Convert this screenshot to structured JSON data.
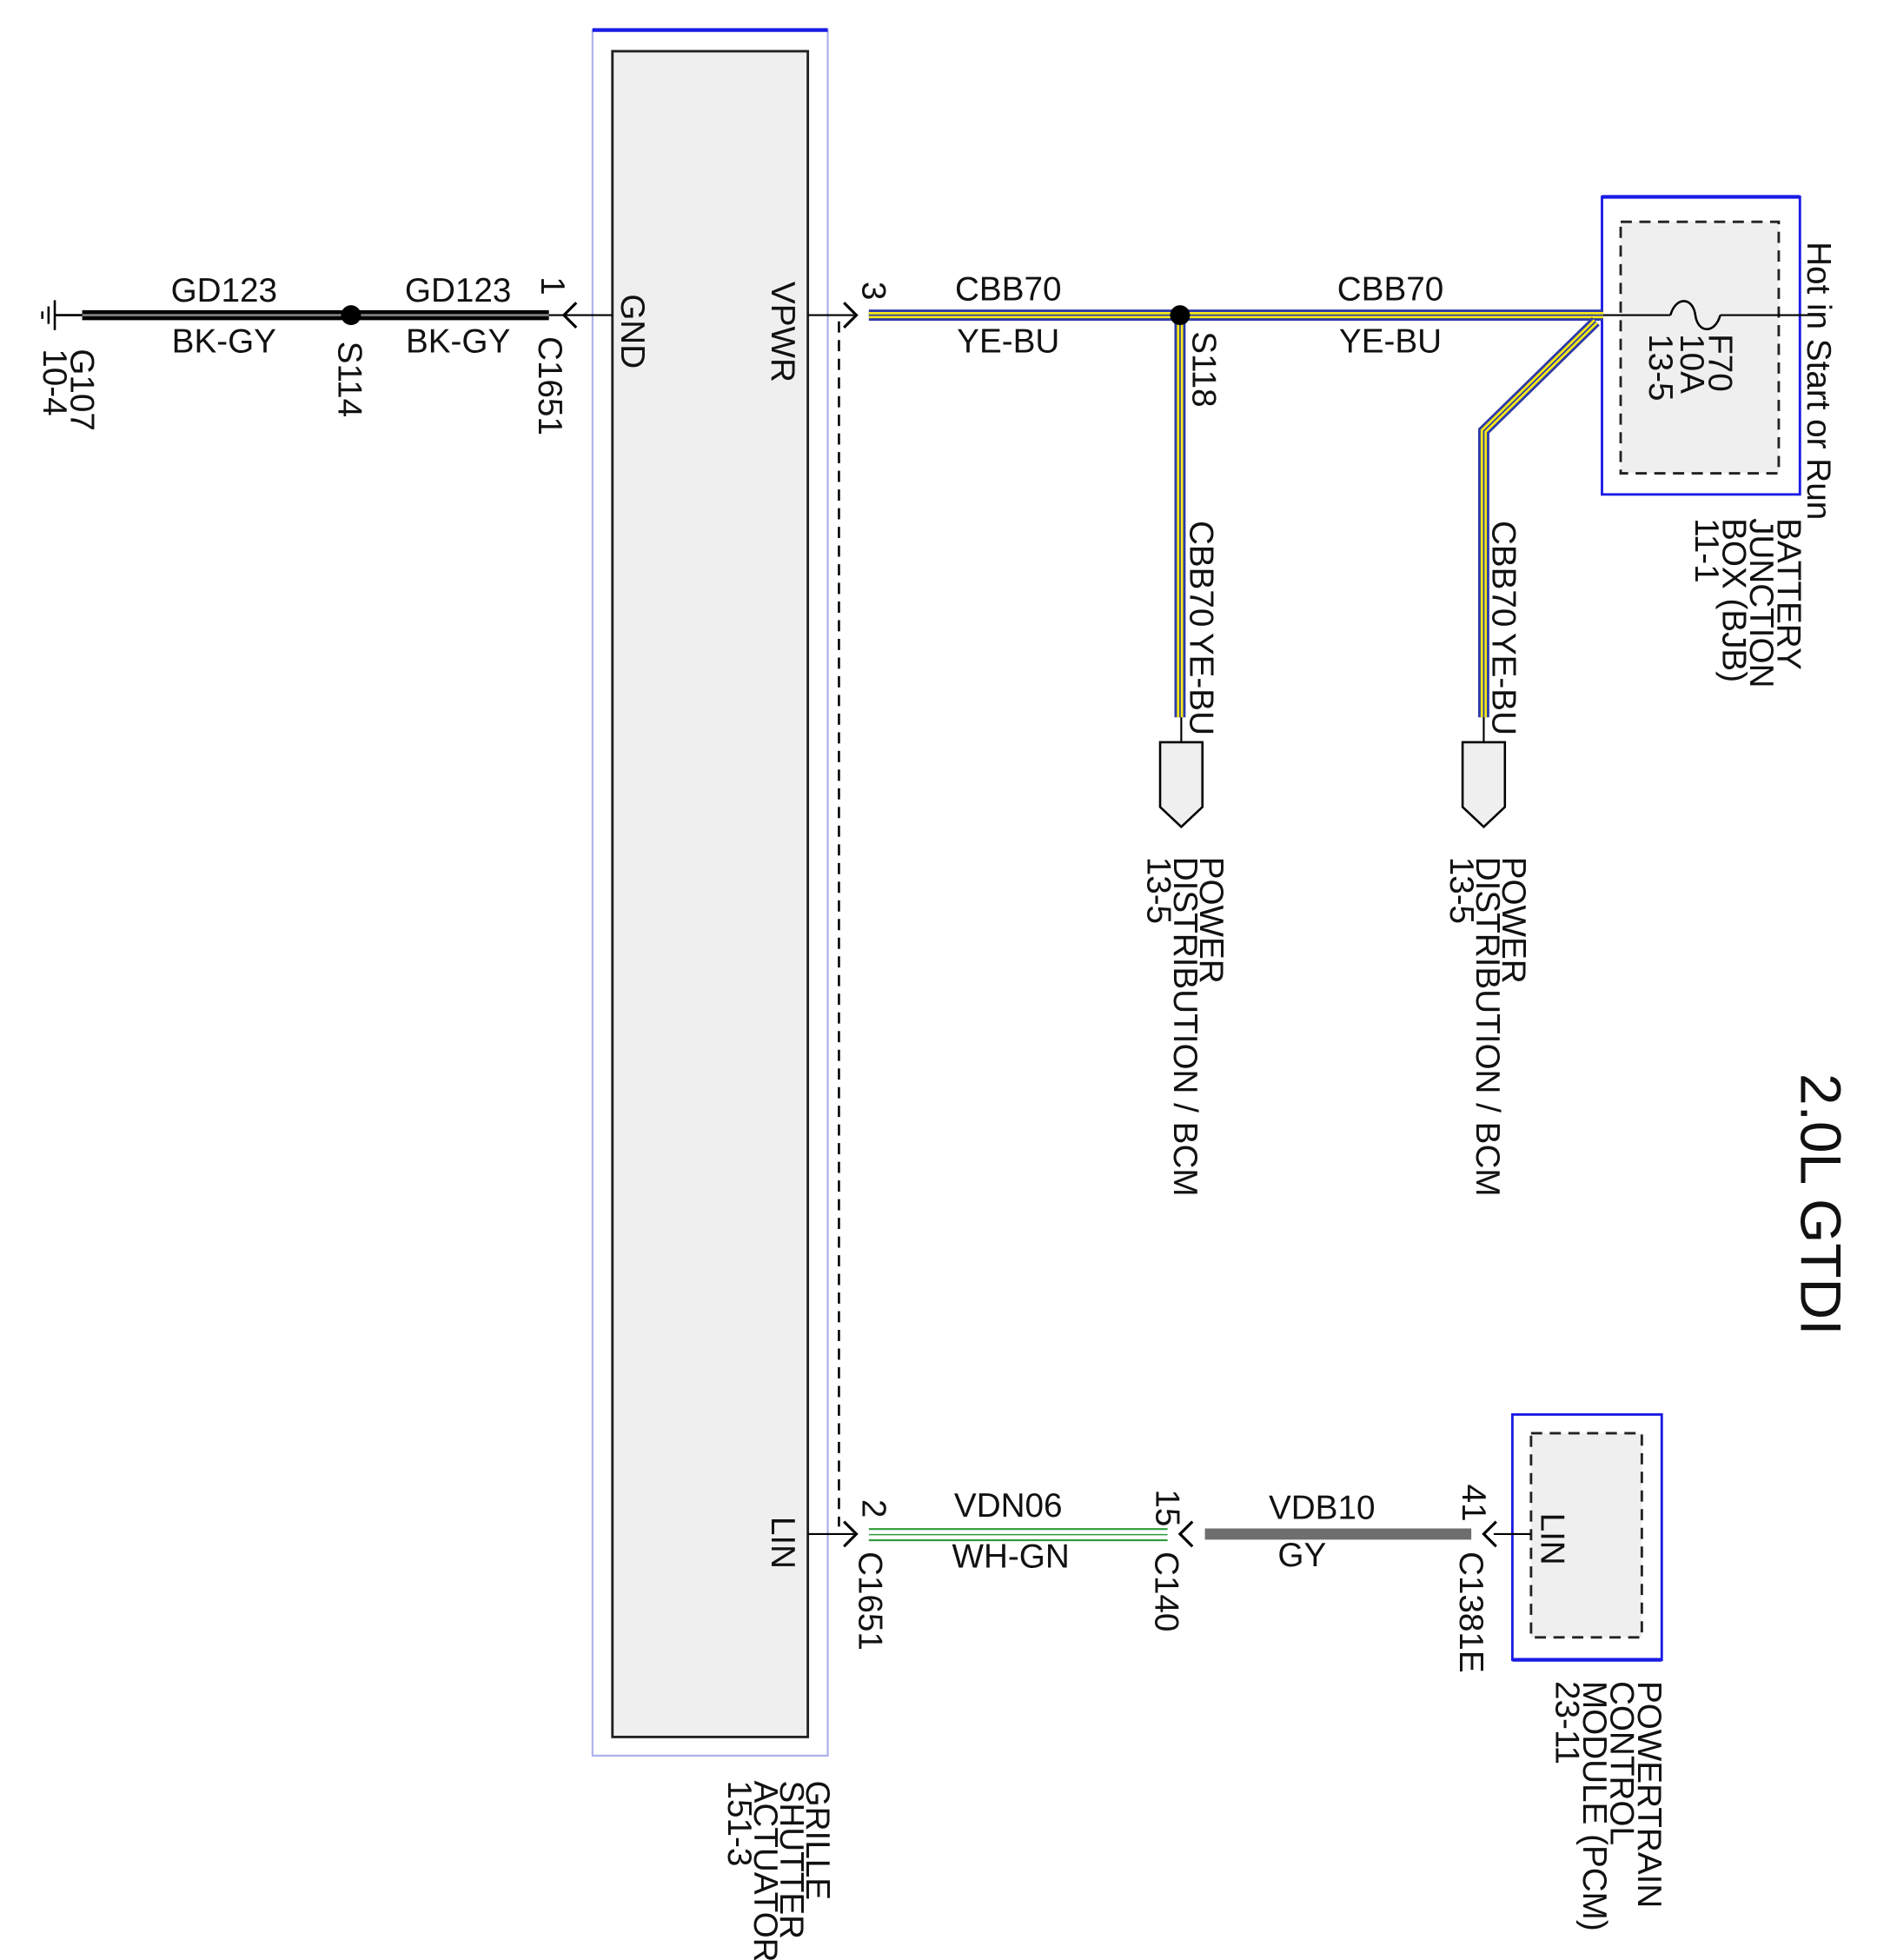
{
  "diagram": {
    "engine_label": "2.0L GTDI",
    "power_note": "Hot in Start or Run",
    "ground": {
      "id": "G107",
      "page": "10-4"
    },
    "splices": {
      "s114": "S114",
      "s118": "S118"
    },
    "connectors": {
      "c1651": "C1651",
      "c140": "C140",
      "c1381e": "C1381E"
    },
    "pins": {
      "gnd": "1",
      "vpwr": "3",
      "lin_actuator": "2",
      "c140": "15",
      "pcm": "41"
    },
    "circuits": {
      "gd123": {
        "id": "GD123",
        "color_code": "BK-GY"
      },
      "cbb70": {
        "id": "CBB70",
        "color_code": "YE-BU"
      },
      "vdn06": {
        "id": "VDN06",
        "color_code": "WH-GN"
      },
      "vdb10": {
        "id": "VDB10",
        "color_code": "GY"
      }
    },
    "actuator": {
      "name_lines": [
        "GRILLE",
        "SHUTTER",
        "ACTUATOR",
        "151-3"
      ],
      "pin_labels": {
        "gnd": "GND",
        "vpwr": "VPWR",
        "lin": "LIN"
      }
    },
    "bjb": {
      "name_lines": [
        "BATTERY",
        "JUNCTION",
        "BOX (BJB)",
        "11-1"
      ],
      "fuse": {
        "id": "F70",
        "rating": "10A",
        "page": "13-5"
      }
    },
    "bcm_refs": [
      {
        "lines": [
          "POWER",
          "DISTRIBUTION / BCM",
          "13-5"
        ]
      },
      {
        "lines": [
          "POWER",
          "DISTRIBUTION / BCM",
          "13-5"
        ]
      }
    ],
    "pcm": {
      "pin_label": "LIN",
      "name_lines": [
        "POWERTRAIN",
        "CONTROL",
        "MODULE (PCM)",
        "23-11"
      ]
    },
    "colors": {
      "black_wire": "#000000",
      "yellow": "#f5ea14",
      "blue": "#2e3aa8",
      "green": "#2e9a3a",
      "gray_wire": "#6e6e6e",
      "module_outline": "#1a1ae6",
      "module_fill": "#efefef"
    }
  }
}
